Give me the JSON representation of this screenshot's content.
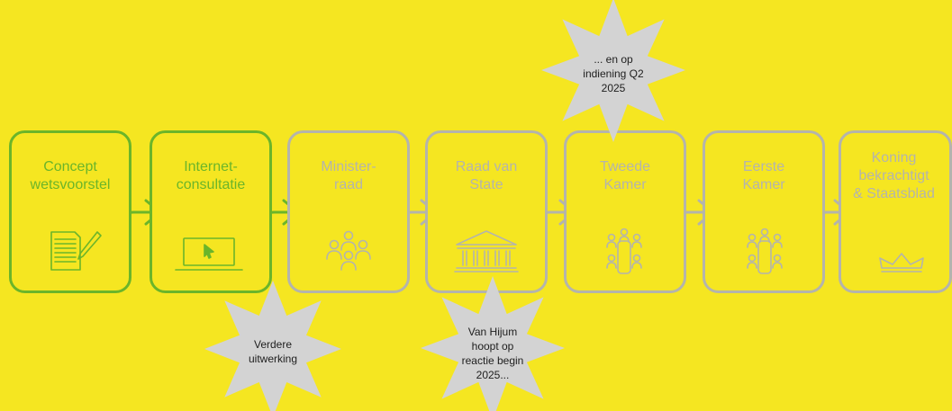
{
  "colors": {
    "background": "#f5e621",
    "active": "#6bb52a",
    "inactive": "#b4b4ac",
    "star_fill": "#d3d3d3",
    "star_text": "#1e1e1e"
  },
  "steps": [
    {
      "label": "Concept\nwetsvoorstel",
      "icon": "document-pen-icon",
      "status": "active"
    },
    {
      "label": "Internet-\nconsultatie",
      "icon": "laptop-cursor-icon",
      "status": "active"
    },
    {
      "label": "Minister-\nraad",
      "icon": "people-group-icon",
      "status": "inactive"
    },
    {
      "label": "Raad van\nState",
      "icon": "government-building-icon",
      "status": "inactive"
    },
    {
      "label": "Tweede\nKamer",
      "icon": "meeting-table-icon",
      "status": "inactive"
    },
    {
      "label": "Eerste\nKamer",
      "icon": "meeting-table-icon",
      "status": "inactive"
    },
    {
      "label": "Koning\nbekrachtigt\n& Staatsblad",
      "icon": "crown-icon",
      "status": "inactive"
    }
  ],
  "callouts": {
    "verdere": "Verdere\nuitwerking",
    "raad": "Van Hijum\nhoopt op\nreactie begin\n2025...",
    "tweede": "... en op\nindiening Q2\n2025"
  }
}
